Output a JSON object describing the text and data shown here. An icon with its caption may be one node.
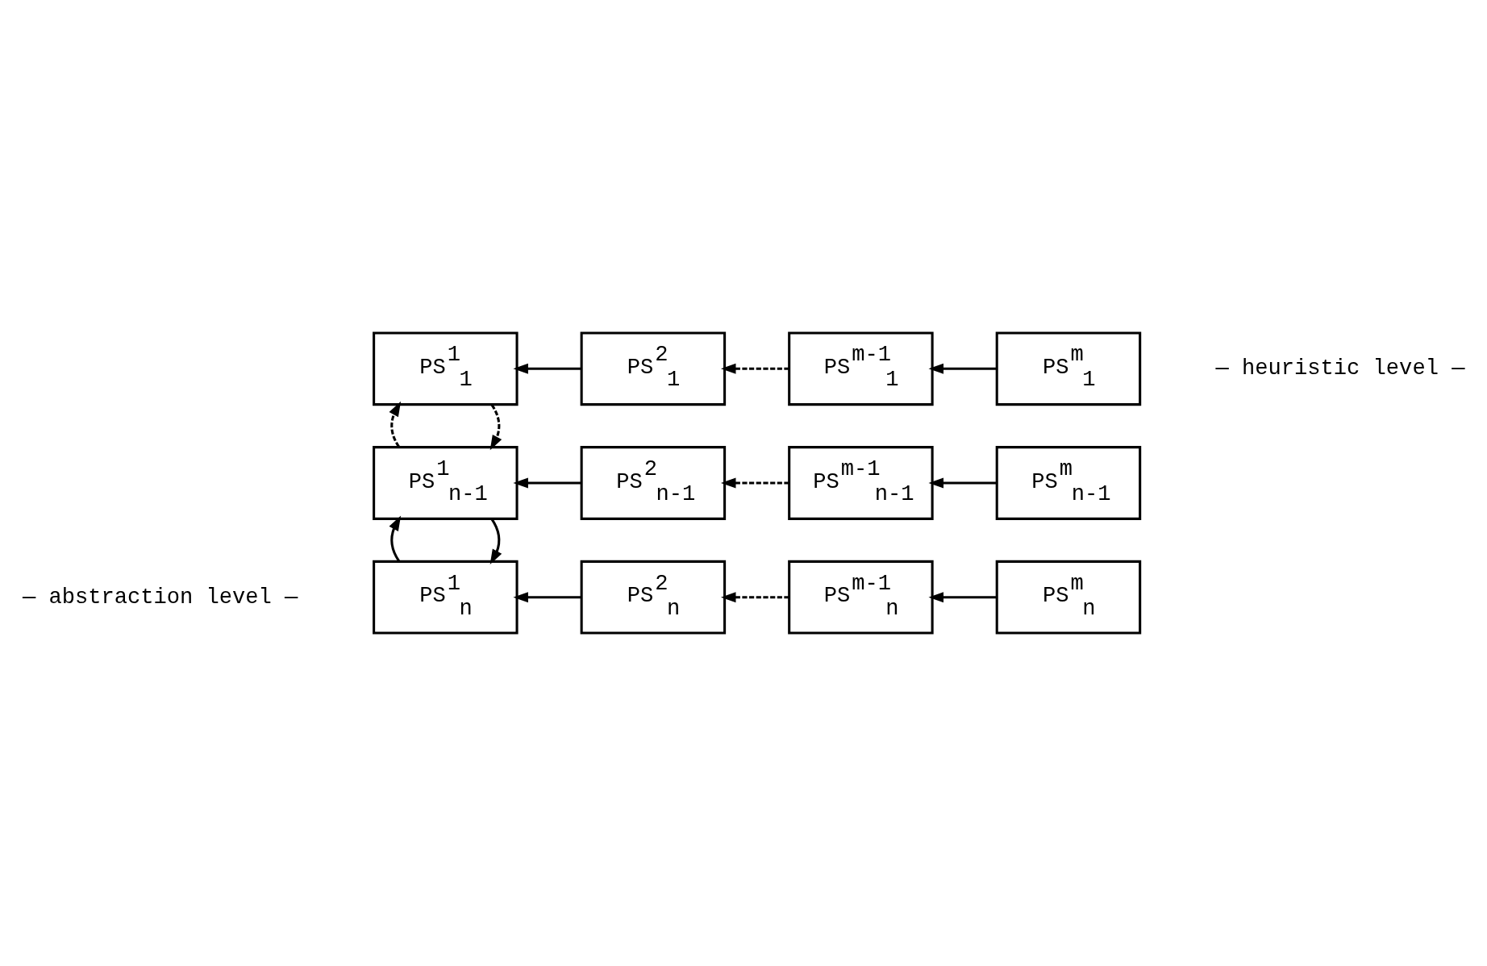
{
  "diagram": {
    "nodes": [
      {
        "text": [
          "PS$^{1}$$_{n}$"
        ]
      },
      {
        "text": [
          "PS$^{2}$$_{n}$"
        ]
      },
      {
        "text": [
          "PS$^{m-1}$$_{n}$"
        ]
      },
      {
        "text": [
          "PS$^{m}$$_{n}$"
        ]
      },
      {
        "text": [
          "PS$^{1}$$_{n-1}$"
        ]
      },
      {
        "text": [
          "PS$^{2}$$_{n-1}$"
        ]
      },
      {
        "text": [
          "PS$^{m-1}$$_{n-1}$"
        ]
      },
      {
        "text": [
          "PS$^{m}$$_{n-1}$"
        ]
      },
      {
        "text": [
          "PS$^{1}$$_{1}$"
        ]
      },
      {
        "text": [
          "PS$^{2}$$_{1}$"
        ]
      },
      {
        "text": [
          "PS$^{m-1}$$_{1}$"
        ]
      },
      {
        "text": [
          "PS$^{m}$$_{1}$"
        ]
      }
    ],
    "edges": [
      {
        "from": 1,
        "to": 0,
        "arrow": "to"
      },
      {
        "from": 2,
        "to": 1,
        "arrow": "to",
        "style": "dashed"
      },
      {
        "from": 3,
        "to": 2,
        "arrow": "to"
      },
      {
        "from": 5,
        "to": 4,
        "arrow": "to"
      },
      {
        "from": 6,
        "to": 5,
        "arrow": "to",
        "style": "dashed"
      },
      {
        "from": 7,
        "to": 6,
        "arrow": "to"
      },
      {
        "from": 9,
        "to": 8,
        "arrow": "to"
      },
      {
        "from": 10,
        "to": 9,
        "arrow": "to",
        "style": "dashed"
      },
      {
        "from": 11,
        "to": 10,
        "arrow": "to"
      },
      {
        "from": 0,
        "to": 4,
        "arrow": "to"
      },
      {
        "from": 4,
        "to": 0,
        "arrow": "to"
      },
      {
        "from": 4,
        "to": 8,
        "arrow": "to",
        "style": "dashed"
      },
      {
        "from": 8,
        "to": 4,
        "arrow": "to",
        "style": "dashed"
      }
    ],
    "labels": [
      "— abstraction level —",
      "— heuristic level —"
    ]
  }
}
